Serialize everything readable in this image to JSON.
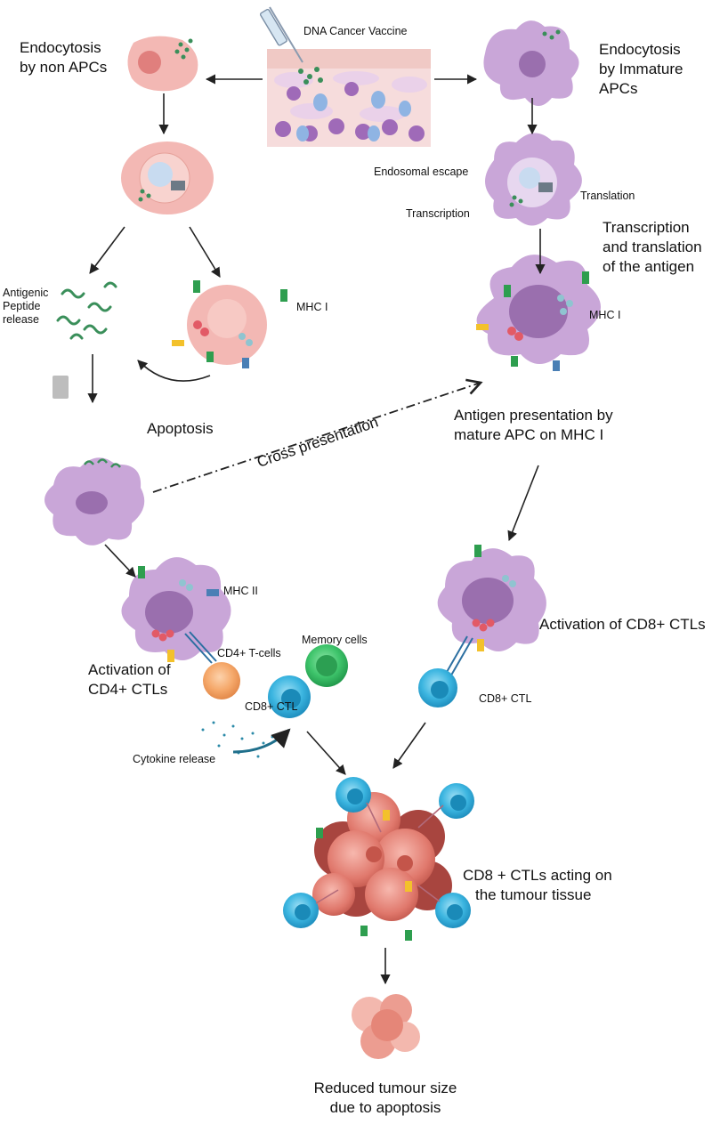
{
  "labels": {
    "dna_vaccine": "DNA Cancer Vaccine",
    "endocytosis_non_apc": [
      "Endocytosis",
      "by non APCs"
    ],
    "endocytosis_immature": [
      "Endocytosis",
      "by Immature",
      "APCs"
    ],
    "endosomal_escape": "Endosomal escape",
    "translation": "Translation",
    "transcription": "Transcription",
    "transcription_translation": [
      "Transcription",
      "and translation",
      "of the antigen"
    ],
    "antigenic_peptide": [
      "Antigenic",
      "Peptide",
      "release"
    ],
    "mhc1_left": "MHC I",
    "mhc1_right": "MHC I",
    "apoptosis": "Apoptosis",
    "cross_presentation": "Cross presentation",
    "antigen_presentation": [
      "Antigen presentation by",
      "mature APC on MHC I"
    ],
    "mhc2": "MHC II",
    "cd4_tcells": "CD4+ T-cells",
    "memory_cells": "Memory cells",
    "activation_cd4": [
      "Activation of",
      "CD4+ CTLs"
    ],
    "cd8_ctl_left": "CD8+ CTL",
    "cytokine_release": "Cytokine release",
    "activation_cd8": "Activation of CD8+ CTLs",
    "cd8_ctl_right": "CD8+ CTL",
    "ctl_acting": [
      "CD8 + CTLs acting on",
      "the tumour tissue"
    ],
    "reduced_tumour": [
      "Reduced tumour size",
      "due to apoptosis"
    ]
  },
  "colors": {
    "apc_purple": "#c9a6d8",
    "apc_nucleus": "#9a6fae",
    "pink_cell": "#f3b8b4",
    "pink_nucleus": "#e07f7d",
    "mhc_green": "#2e9e4f",
    "mhc_blue": "#4a7fb5",
    "tcell_blue": "#3bb5e0",
    "cd4_orange": "#f5a86a",
    "memory_green": "#3ec46b",
    "tumour_red": "#d9695f",
    "tumour_dark": "#a8453f"
  }
}
